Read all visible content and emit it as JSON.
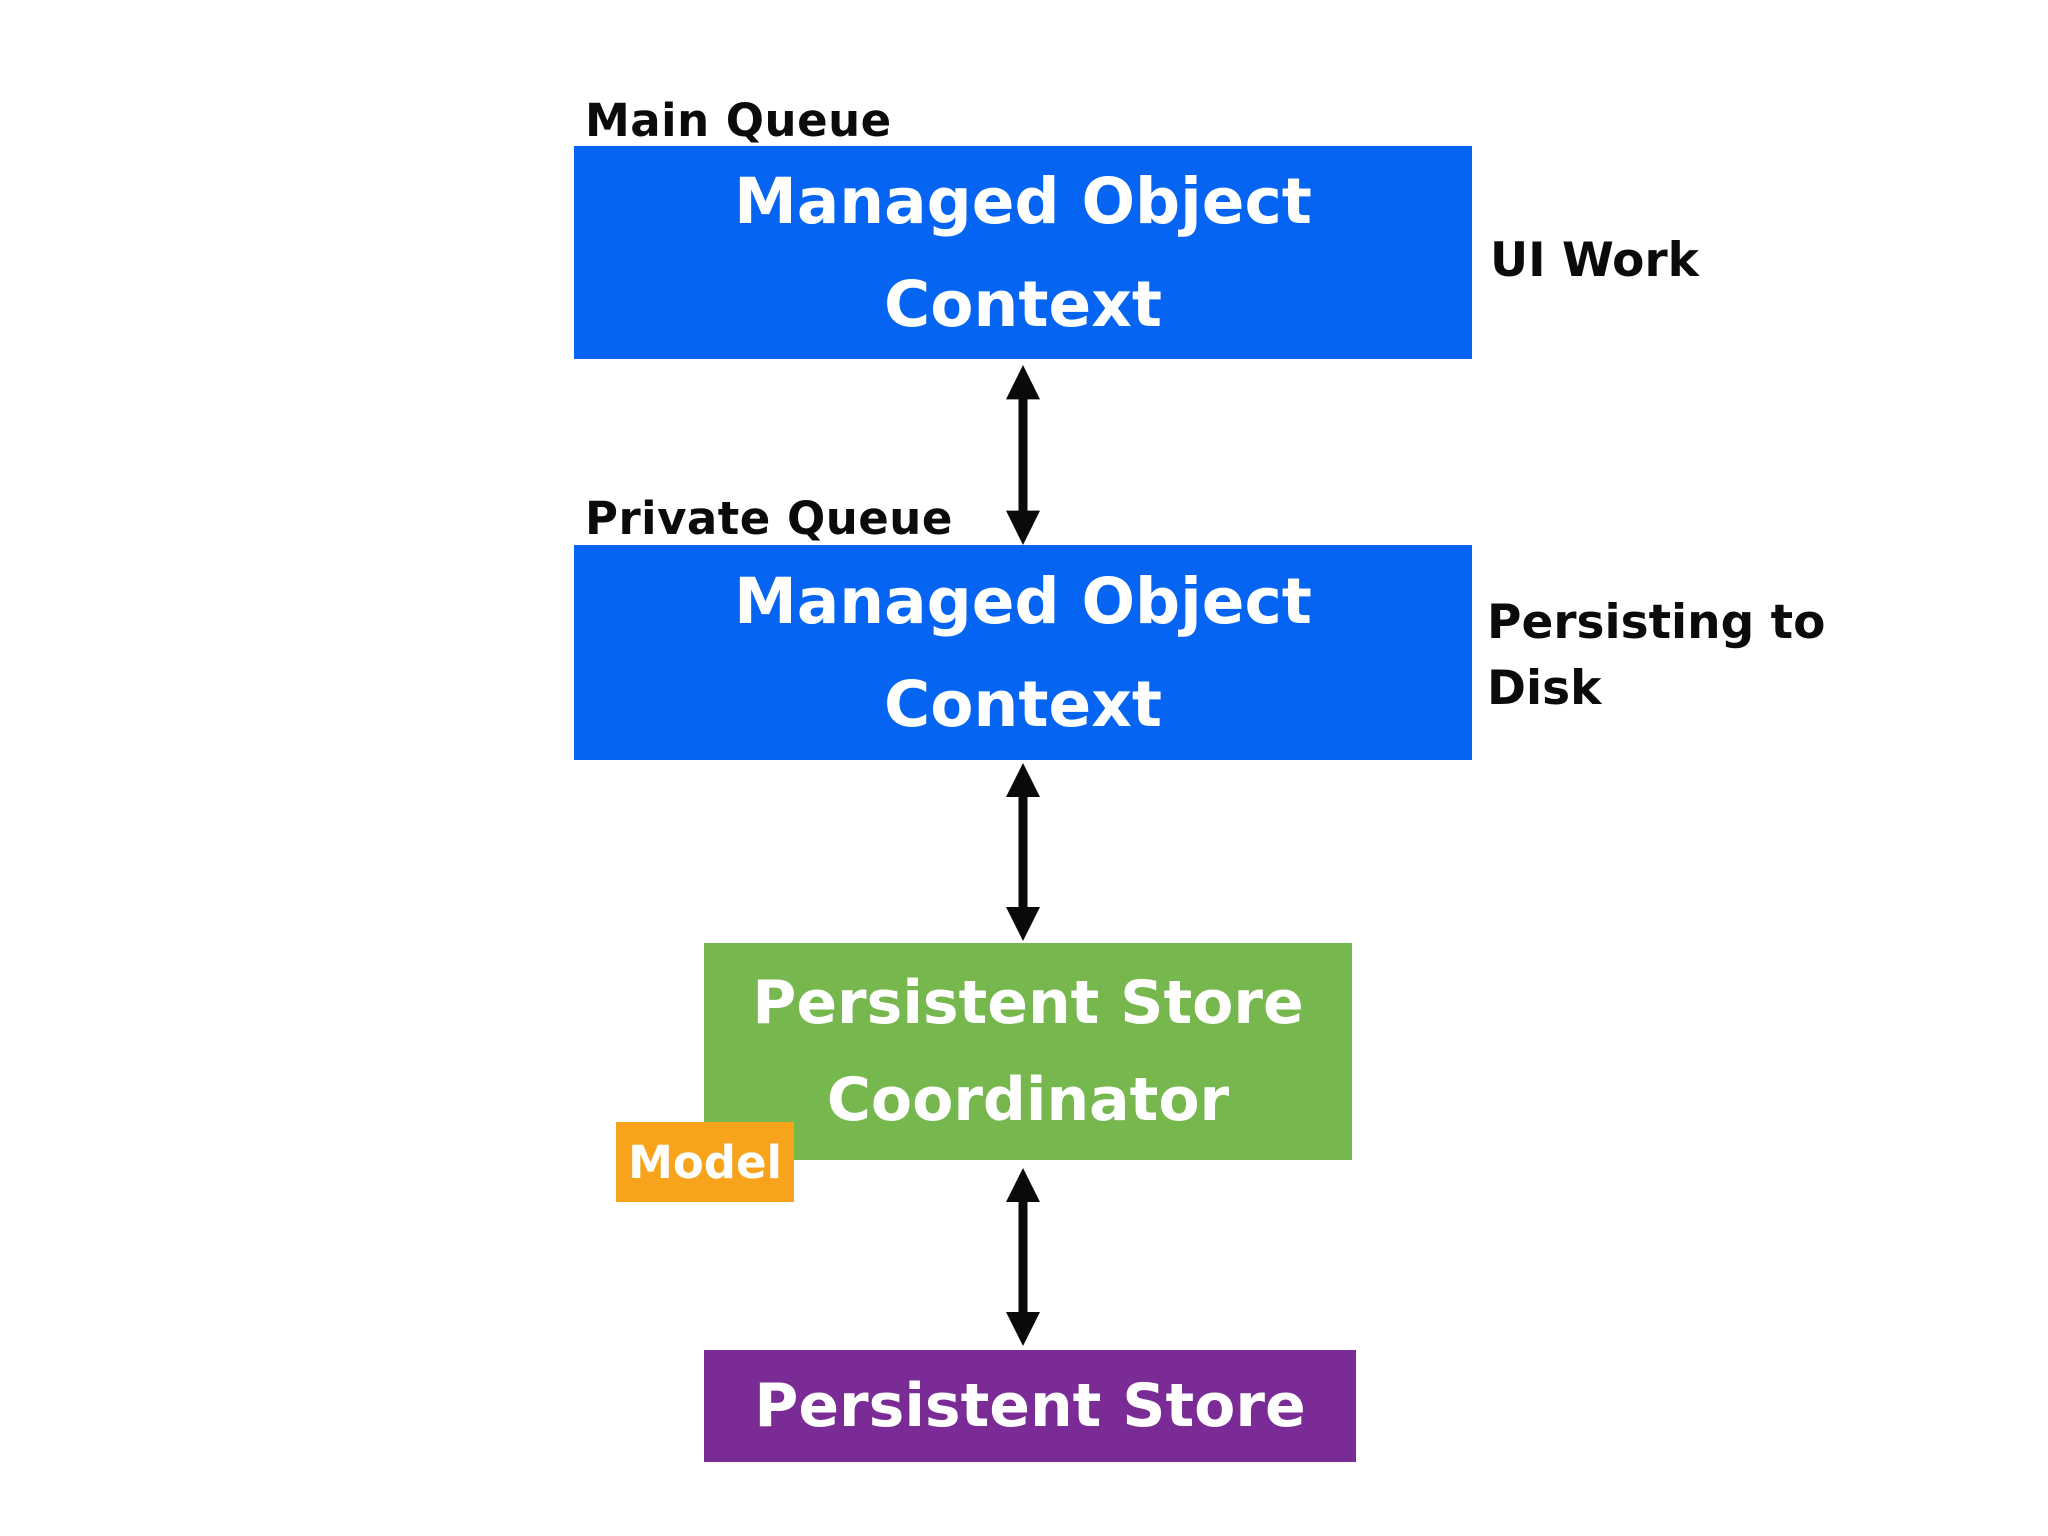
{
  "colors": {
    "blue": "#0565f2",
    "green": "#77b84e",
    "orange": "#f7a41c",
    "purple": "#7a2b96",
    "arrow": "#0a0a0a",
    "ink": "#0b0b0b",
    "boxtext": "#ffffff",
    "bg": "#ffffff"
  },
  "labels": {
    "main_queue": "Main Queue",
    "private_queue": "Private Queue",
    "ui_work": "UI Work",
    "persisting_line1": "Persisting to",
    "persisting_line2": "Disk",
    "model": "Model"
  },
  "nodes": {
    "moc_main": {
      "lines": [
        "Managed Object",
        "Context"
      ]
    },
    "moc_private": {
      "lines": [
        "Managed Object",
        "Context"
      ]
    },
    "coordinator": {
      "lines": [
        "Persistent Store",
        "Coordinator"
      ]
    },
    "store": {
      "lines": [
        "Persistent Store"
      ]
    }
  }
}
